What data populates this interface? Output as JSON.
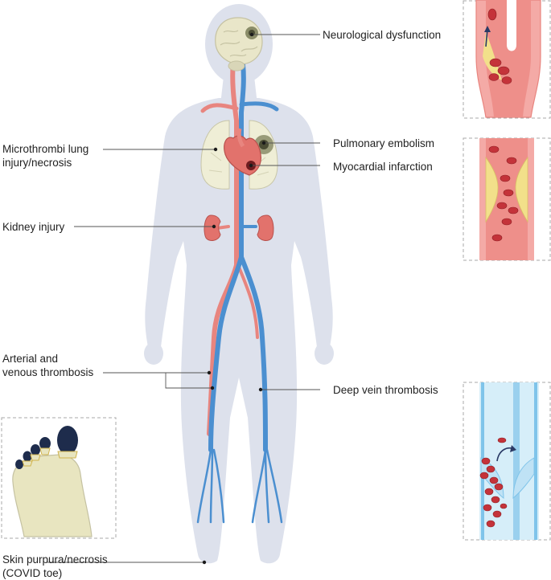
{
  "labels": {
    "neuro": "Neurological dysfunction",
    "pulmonary": "Pulmonary embolism",
    "myocardial": "Myocardial infarction",
    "lung_1": "Microthrombi lung",
    "lung_2": "injury/necrosis",
    "kidney": "Kidney injury",
    "thrombosis_1": "Arterial and",
    "thrombosis_2": "venous thrombosis",
    "dvt": "Deep vein thrombosis",
    "skin_1": "Skin purpura/necrosis",
    "skin_2": "(COVID toe)"
  },
  "colors": {
    "body": "#dde1ec",
    "artery": "#e8857f",
    "vein": "#4b8fd0",
    "lung": "#efeed6",
    "organ": "#e2726c",
    "clot": "#c4333a",
    "plaque": "#f2e08a",
    "vessel_wall": "#f4aaa6",
    "vein_panel": "#d6eef9",
    "toe_necrosis": "#1e2c4c",
    "foot": "#e8e5c0",
    "leader": "#555555",
    "panel_border": "#aaaaaa"
  },
  "icons": [
    "brain-icon",
    "heart-icon",
    "lungs-icon",
    "kidney-icon",
    "foot-icon"
  ]
}
